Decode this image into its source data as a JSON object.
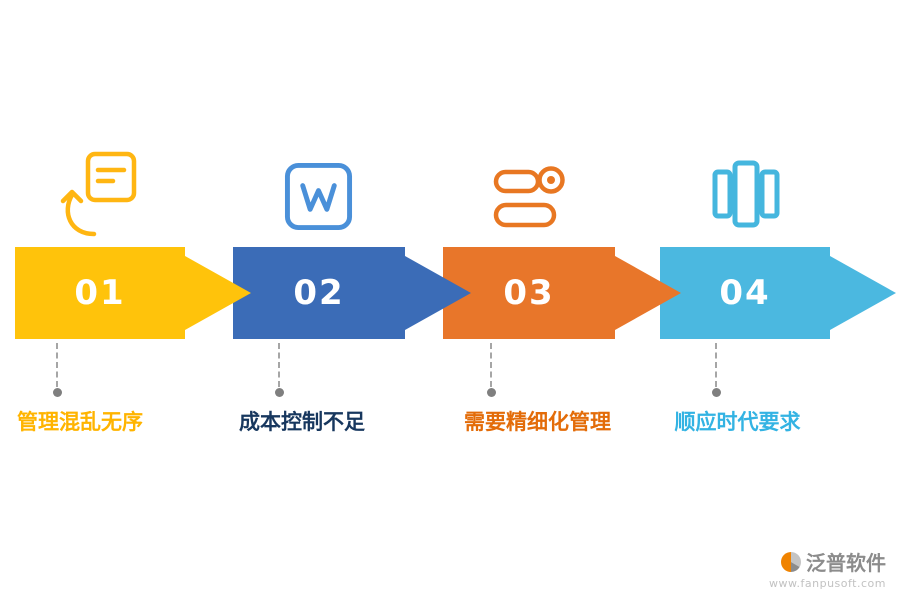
{
  "steps": [
    {
      "number": "01",
      "label": "管理混乱无序",
      "color": "#FFC30B",
      "label_color": "#FFB400",
      "icon_color": "#FFB612",
      "icon": "upload-document-icon"
    },
    {
      "number": "02",
      "label": "成本控制不足",
      "color": "#3B6CB7",
      "label_color": "#17375E",
      "icon_color": "#4A90D9",
      "icon": "word-document-icon"
    },
    {
      "number": "03",
      "label": "需要精细化管理",
      "color": "#E8762A",
      "label_color": "#E36C09",
      "icon_color": "#E87722",
      "icon": "records-icon"
    },
    {
      "number": "04",
      "label": "顺应时代要求",
      "color": "#4BB8E0",
      "label_color": "#33B3E3",
      "icon_color": "#45B6DE",
      "icon": "columns-book-icon"
    }
  ],
  "connector_color": "#A6A6A6",
  "footer": {
    "brand": "泛普软件",
    "website": "www.fanpusoft.com"
  }
}
